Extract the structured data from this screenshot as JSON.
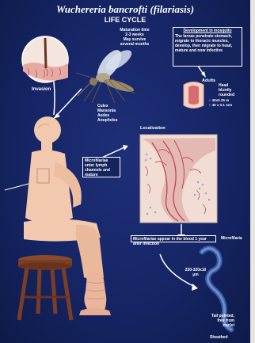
{
  "title": "Wuchereria bancrofti (filariasis)",
  "subtitle": "LIFE CYCLE",
  "invasion_label": "Invasion",
  "maturation": [
    "Maturation time",
    "2-3 weeks",
    "May survive",
    "several months"
  ],
  "mosquito_box": {
    "title": "Development in mosquito",
    "body": "The larvae penetrate stomach, migrate to thoracic muscles, develop, then migrate to head, mature and now infective"
  },
  "vectors": [
    "Culex",
    "Mansonia",
    "Aedes",
    "Anopheles"
  ],
  "adults": {
    "label": "Adults",
    "head_label": [
      "Head",
      "bluntly",
      "rounded"
    ],
    "sizes": [
      "♂ 40x0.25 m",
      "♀ 40 x 0.1 mm"
    ]
  },
  "localization_label": "Localization",
  "lymph_box": "Microfilariae enter lymph channels and mature",
  "blood_box": "Microfilariae appear in the blood 1 year after infection",
  "microfilaria_label": "Microfilaria",
  "microfilaria_size": [
    "230-320x10",
    "μm"
  ],
  "tail_label": [
    "Tail pointed,",
    "free from",
    "nuclei"
  ],
  "sheathed_label": "Sheathed",
  "colors": {
    "board": "#1a2a6c",
    "skin": "#f2c9ae",
    "stool": "#7a3e25",
    "microfilaria": "#4a6fb5"
  }
}
